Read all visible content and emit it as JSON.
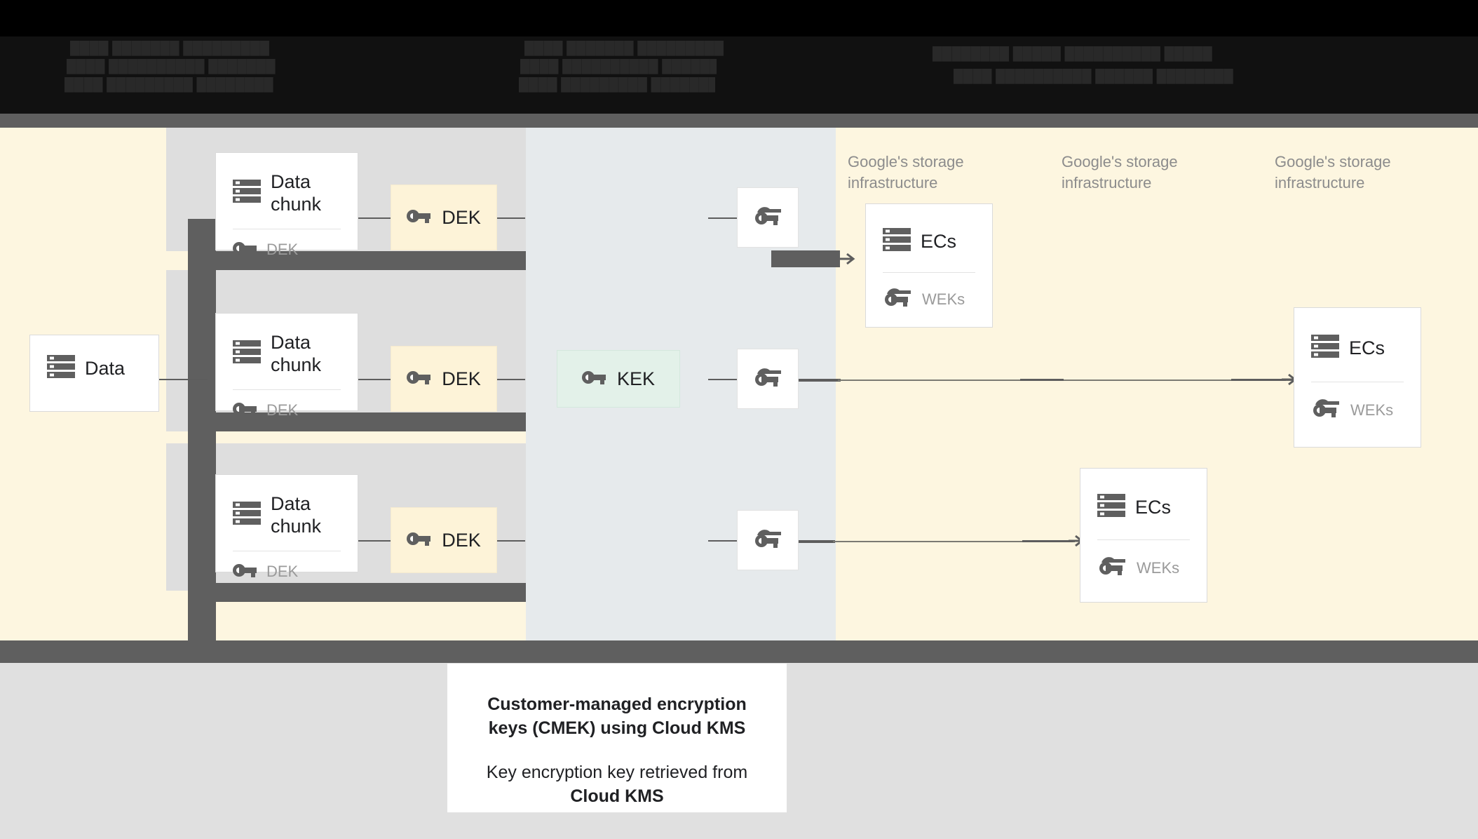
{
  "header": {
    "obscured": true,
    "lines": [
      "████ ███████ █████████",
      "████ ██████████ ███████",
      "████ █████████ ████████",
      "████████ █████ ██████████ █████",
      "████ ██████████ ██████ ████████"
    ]
  },
  "diagram": {
    "source_card": {
      "title": "Data",
      "icon": "storage-icon"
    },
    "chunks": [
      {
        "title": "Data chunk",
        "key_label": "DEK",
        "icon": "storage-icon",
        "key_icon": "key-icon"
      },
      {
        "title": "Data chunk",
        "key_label": "DEK",
        "icon": "storage-icon",
        "key_icon": "key-icon"
      },
      {
        "title": "Data chunk",
        "key_label": "DEK",
        "icon": "storage-icon",
        "key_icon": "key-icon"
      }
    ],
    "dek_boxes": [
      {
        "label": "DEK",
        "icon": "key-icon"
      },
      {
        "label": "DEK",
        "icon": "key-icon"
      },
      {
        "label": "DEK",
        "icon": "key-icon"
      }
    ],
    "kek_box": {
      "label": "KEK",
      "icon": "key-icon"
    },
    "wrapped_keys": [
      {
        "icon": "wrapped-key-icon"
      },
      {
        "icon": "wrapped-key-icon"
      },
      {
        "icon": "wrapped-key-icon"
      }
    ],
    "infra_labels": [
      "Google's storage infrastructure",
      "Google's storage infrastructure",
      "Google's storage infrastructure"
    ],
    "ec_cards": [
      {
        "title": "ECs",
        "key_label": "WEKs",
        "icon": "storage-icon",
        "key_icon": "wrapped-key-icon"
      },
      {
        "title": "ECs",
        "key_label": "WEKs",
        "icon": "storage-icon",
        "key_icon": "wrapped-key-icon"
      },
      {
        "title": "ECs",
        "key_label": "WEKs",
        "icon": "storage-icon",
        "key_icon": "wrapped-key-icon"
      }
    ]
  },
  "caption": {
    "strong": "Customer-managed encryption keys (CMEK) using Cloud KMS",
    "normal_prefix": "Key encryption key retrieved from ",
    "normal_strong": "Cloud KMS"
  },
  "colors": {
    "cream": "#fdf6e0",
    "mid_zone": "#e6eaec",
    "row_band": "#dedede",
    "dark_bar": "#5f5f5f",
    "dek_fill": "#fdf3d8",
    "kek_fill": "#e3f1e9",
    "icon_gray": "#5f5f5f",
    "muted_text": "#9a9a9a",
    "page_bottom": "#e0e0e0"
  }
}
